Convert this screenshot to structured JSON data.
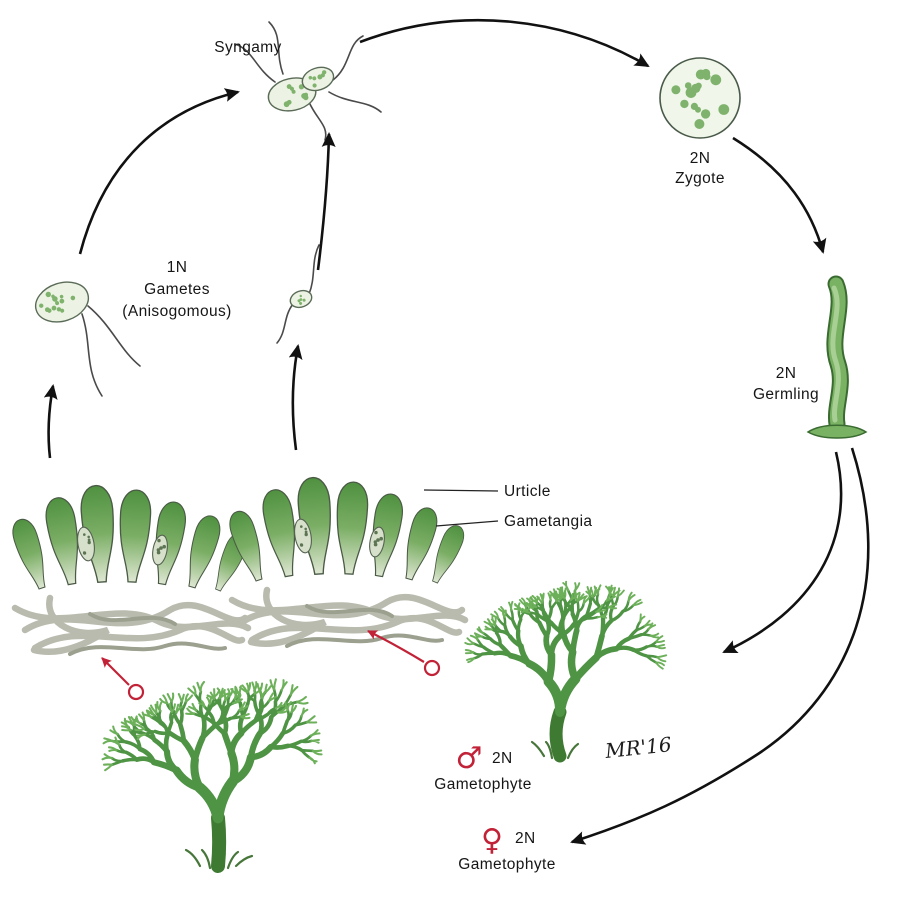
{
  "diagram": {
    "syngamy": {
      "label": "Syngamy"
    },
    "zygote": {
      "ploidy": "2N",
      "label": "Zygote"
    },
    "germling": {
      "ploidy": "2N",
      "label": "Germling"
    },
    "gametes": {
      "ploidy": "1N",
      "label": "Gametes",
      "sublabel": "(Anisogomous)"
    },
    "callouts": {
      "utricle": "Urticle",
      "gametangia": "Gametangia"
    },
    "male_gametophyte": {
      "symbol": "♂",
      "ploidy": "2N",
      "label": "Gametophyte"
    },
    "female_gametophyte": {
      "symbol": "♀",
      "ploidy": "2N",
      "label": "Gametophyte"
    },
    "signature": "MR'16"
  },
  "colors": {
    "accent_red": "#c22237",
    "ink": "#141414",
    "algae_trunk_green": "#3f7a33",
    "algae_green": "#4e9444",
    "algae_tip_green": "#6db05a",
    "utricle_green": "#4f9140",
    "stolon_grey": "#b8bbad",
    "cell_fill": "#edf3e4",
    "speckle_green": "#7fb36d",
    "background": "#ffffff"
  }
}
